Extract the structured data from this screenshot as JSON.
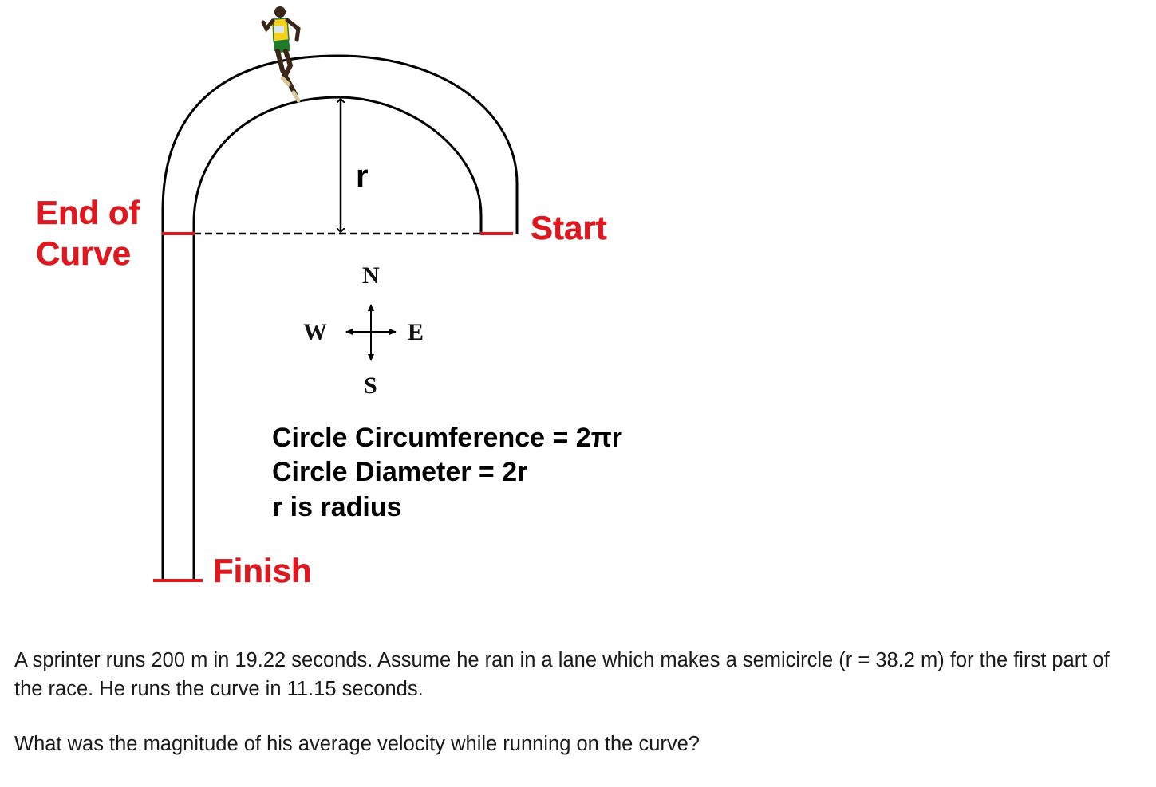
{
  "diagram": {
    "labels": {
      "end_of_curve_line1": "End of",
      "end_of_curve_line2": "Curve",
      "start": "Start",
      "finish": "Finish",
      "radius": "r"
    },
    "compass": {
      "north": "N",
      "south": "S",
      "east": "E",
      "west": "W"
    },
    "formulas": [
      "Circle Circumference = 2πr",
      "Circle Diameter = 2r",
      "r is radius"
    ],
    "colors": {
      "marker_red": "#e3161d",
      "track_black": "#000000"
    },
    "icons": [
      "sprinter-figure",
      "compass-arrows"
    ]
  },
  "question": {
    "paragraph1": "A sprinter runs 200 m in 19.22 seconds. Assume he ran in a lane which makes a semicircle (r = 38.2 m) for the first part of the race. He runs the curve in 11.15 seconds.",
    "paragraph2": "What was the magnitude of his average velocity while running on the curve?"
  }
}
